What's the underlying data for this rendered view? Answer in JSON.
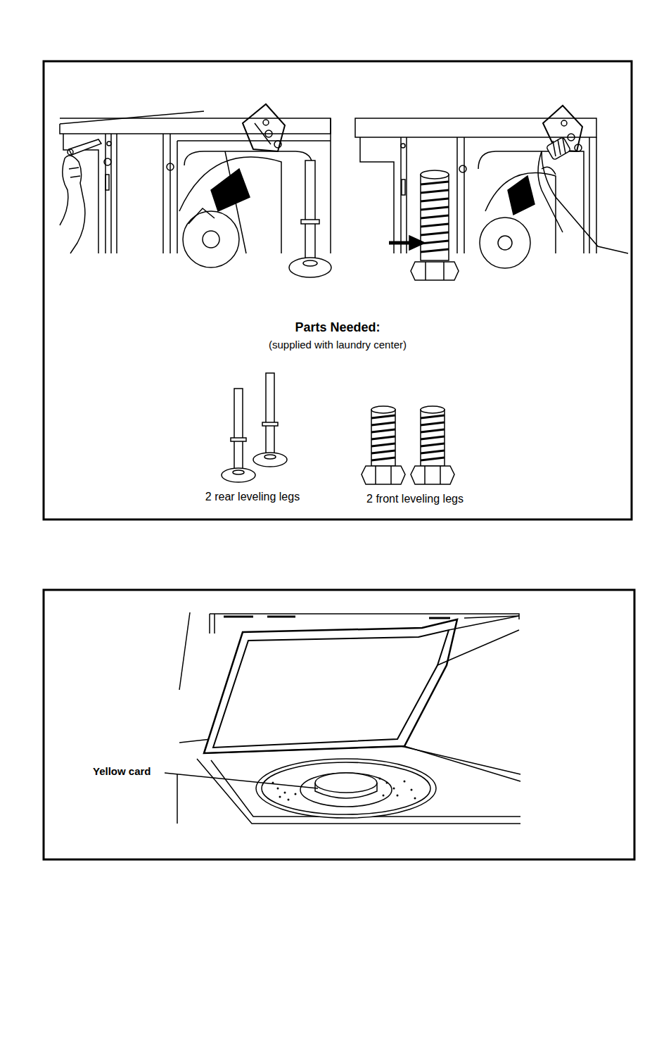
{
  "diagram": {
    "labels": [
      "Parts Needed:",
      "(supplied with laundry center)",
      "2 rear leveling legs",
      "2 front leveling legs",
      "Yellow card"
    ]
  }
}
